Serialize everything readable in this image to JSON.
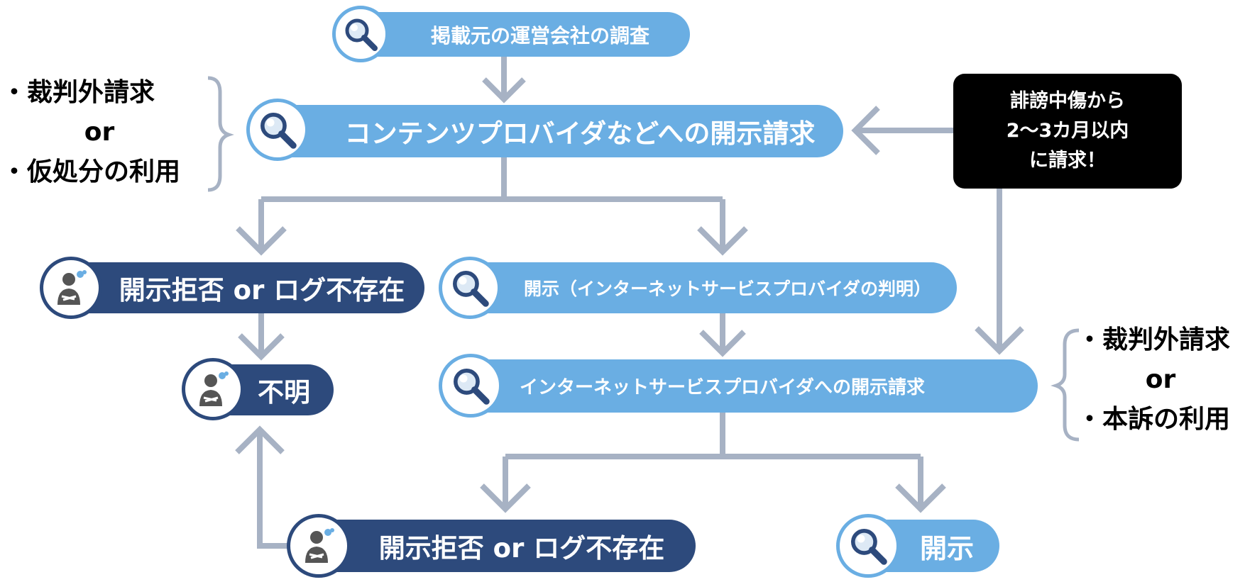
{
  "colors": {
    "light_blue": "#6aaee3",
    "dark_blue": "#2d4a7c",
    "arrow_gray": "#a7b2c4",
    "note_bg": "#000000"
  },
  "nodes": {
    "investigate_operator": {
      "label": "掲載元の運営会社の調査",
      "icon": "magnifier-icon"
    },
    "cp_disclosure_request": {
      "label": "コンテンツプロバイダなどへの開示請求",
      "icon": "magnifier-icon"
    },
    "refusal_or_no_log_1": {
      "label": "開示拒否 or ログ不存在",
      "icon": "thinking-person-icon"
    },
    "unknown": {
      "label": "不明",
      "icon": "thinking-person-icon"
    },
    "disclosure_isp_identified": {
      "label": "開示（インターネットサービスプロバイダの判明）",
      "icon": "magnifier-icon"
    },
    "isp_disclosure_request": {
      "label": "インターネットサービスプロバイダへの開示請求",
      "icon": "magnifier-icon"
    },
    "refusal_or_no_log_2": {
      "label": "開示拒否 or ログ不存在",
      "icon": "thinking-person-icon"
    },
    "disclosure": {
      "label": "開示",
      "icon": "magnifier-icon"
    }
  },
  "note": {
    "lines": [
      "誹謗中傷から",
      "2〜3カ月以内",
      "に請求！"
    ]
  },
  "side_left": {
    "item1": "・裁判外請求",
    "or": "or",
    "item2": "・仮処分の利用"
  },
  "side_right": {
    "item1": "・裁判外請求",
    "or": "or",
    "item2": "・本訴の利用"
  }
}
